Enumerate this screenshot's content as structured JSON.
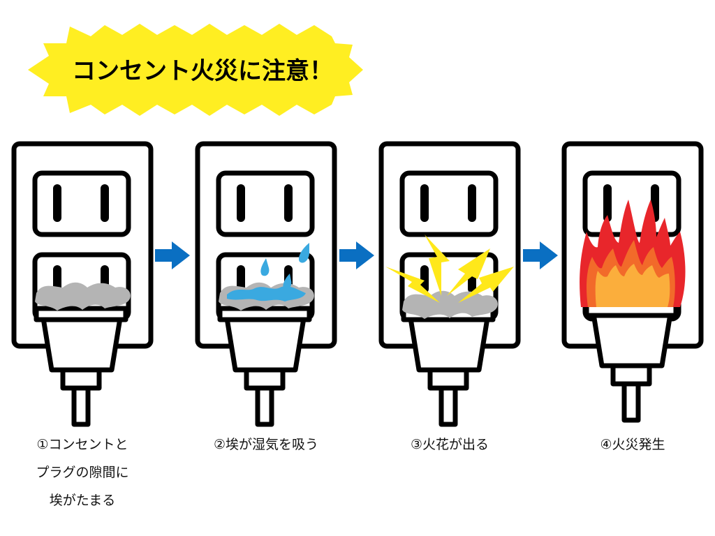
{
  "title": "コンセント火災に注意！",
  "colors": {
    "burst": "#ffee22",
    "arrow": "#0a6fc2",
    "dust": "#b4b4b4",
    "water": "#3aa9e0",
    "spark": "#ffe81a",
    "fire_red": "#e8262b",
    "fire_orange": "#f26a2a",
    "fire_yellow": "#fbae3c"
  },
  "steps": [
    {
      "lines": [
        "①コンセントと",
        "プラグの隙間に",
        "埃がたまる"
      ]
    },
    {
      "lines": [
        "②埃が湿気を吸う"
      ]
    },
    {
      "lines": [
        "③火花が出る"
      ]
    },
    {
      "lines": [
        "④火災発生"
      ]
    }
  ]
}
